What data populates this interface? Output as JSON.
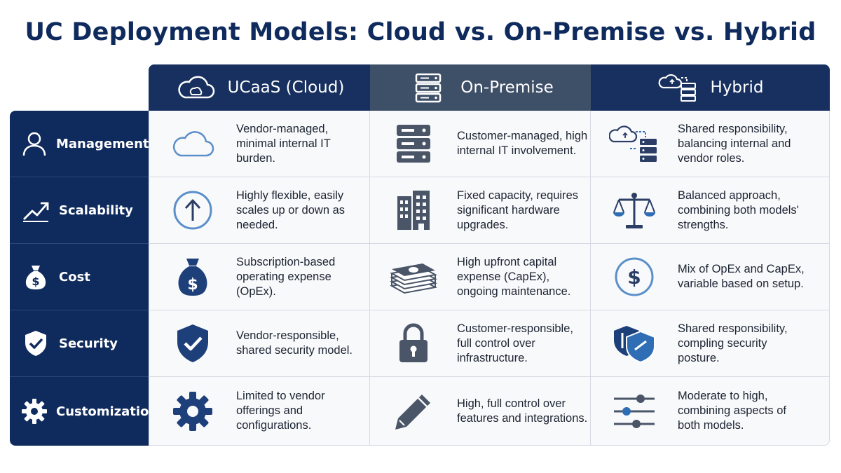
{
  "title": "UC Deployment Models: Cloud vs. On-Premise vs. Hybrid",
  "colors": {
    "navy": "#0f2a5c",
    "header_blue": "#17305f",
    "header_slate": "#3e4f68",
    "icon_blue": "#2f6db5",
    "icon_slate": "#4a5568",
    "cell_bg": "#f8f9fb"
  },
  "columns": [
    {
      "label": "UCaaS (Cloud)",
      "icon": "cloud-icon"
    },
    {
      "label": "On-Premise",
      "icon": "server-icon"
    },
    {
      "label": "Hybrid",
      "icon": "cloud-server-sync-icon"
    }
  ],
  "rows": [
    {
      "label": "Management",
      "icon": "person-icon",
      "cells": [
        {
          "text": "Vendor-managed, minimal internal IT burden.",
          "icon": "cloud-outline-icon"
        },
        {
          "text": "Customer-managed, high internal IT involvement.",
          "icon": "server-stack-icon"
        },
        {
          "text": "Shared responsibility, balancing internal and vendor roles.",
          "icon": "cloud-server-icon"
        }
      ]
    },
    {
      "label": "Scalability",
      "icon": "trend-up-icon",
      "cells": [
        {
          "text": "Highly flexible, easily scales up or down as needed.",
          "icon": "arrow-up-circle-icon"
        },
        {
          "text": "Fixed capacity, requires significant hardware upgrades.",
          "icon": "building-icon"
        },
        {
          "text": "Balanced approach, combining both models' strengths.",
          "icon": "balance-scale-icon"
        }
      ]
    },
    {
      "label": "Cost",
      "icon": "money-bag-icon",
      "cells": [
        {
          "text": "Subscription-based operating expense (OpEx).",
          "icon": "money-bag-dollar-icon"
        },
        {
          "text": "High upfront capital expense (CapEx), ongoing maintenance.",
          "icon": "cash-stack-icon"
        },
        {
          "text": "Mix of OpEx and CapEx, variable based on setup.",
          "icon": "dollar-circle-icon"
        }
      ]
    },
    {
      "label": "Security",
      "icon": "shield-check-icon",
      "cells": [
        {
          "text": "Vendor-responsible, shared security model.",
          "icon": "shield-check-icon"
        },
        {
          "text": "Customer-responsible, full control over infrastructure.",
          "icon": "padlock-icon"
        },
        {
          "text": "Shared responsibility, compling security posture.",
          "icon": "dual-shield-icon"
        }
      ]
    },
    {
      "label": "Customization",
      "icon": "gear-icon",
      "cells": [
        {
          "text": "Limited to vendor offerings and configurations.",
          "icon": "gear-icon"
        },
        {
          "text": "High, full control over features and integrations.",
          "icon": "pencil-icon"
        },
        {
          "text": "Moderate to high, combining aspects of both models.",
          "icon": "sliders-icon"
        }
      ]
    }
  ]
}
